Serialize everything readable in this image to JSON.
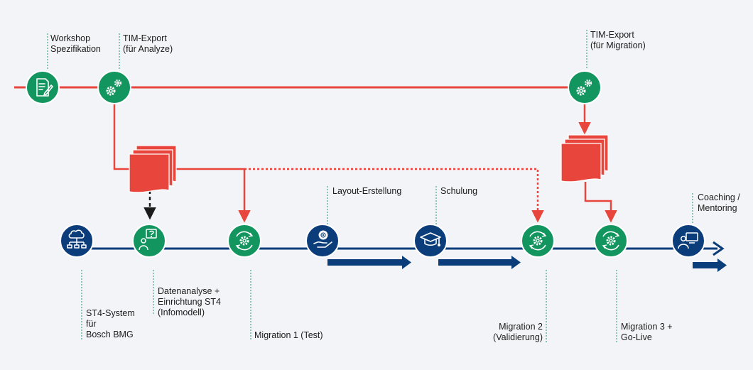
{
  "colors": {
    "red": "#e8453c",
    "navy": "#0a3d7a",
    "green": "#13955f",
    "background": "#f3f4f8",
    "dashed_guide": "#1f9a6e",
    "black_arrow": "#1a1a1a"
  },
  "labels": {
    "workshop": "Workshop\nSpezifikation",
    "tim_export_analyze": "TIM-Export\n(für Analyze)",
    "tim_export_migration": "TIM-Export\n(für Migration)",
    "layout": "Layout-Erstellung",
    "schulung": "Schulung",
    "coaching": "Coaching /\nMentoring",
    "st4_system": "ST4-System\nfür\nBosch BMG",
    "datenanalyse": "Datenanalyse +\nEinrichtung ST4\n(Infomodell)",
    "migration1": "Migration 1 (Test)",
    "migration2": "Migration 2\n(Validierung)",
    "migration3": "Migration 3 +\nGo-Live"
  },
  "nodes": {
    "workshop": "document-edit-icon",
    "tim_export_analyze": "gears-icon",
    "tim_export_migration": "gears-icon",
    "st4_system": "cloud-network-icon",
    "datenanalyse": "person-question-icon",
    "migration1": "gear-cycle-icon",
    "layout": "hand-gear-icon",
    "schulung": "graduation-cap-icon",
    "migration2": "gear-cycle-icon",
    "migration3": "gear-cycle-icon",
    "coaching": "person-computer-icon"
  }
}
